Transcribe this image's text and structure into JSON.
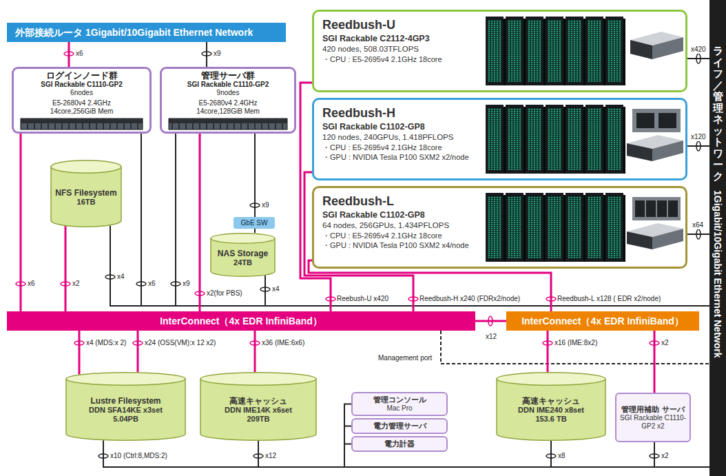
{
  "diagram": {
    "nodes": [
      {
        "text": [
          "外部接続ルータ 1Gigabit/10Gigabit Ethernet Network"
        ]
      },
      {
        "text": [
          "Reedbush-U",
          "SGI Rackable C2112-4GP3",
          "420 nodes, 508.03TFLOPS",
          "・CPU : E5-2695v4 2.1GHz 18core"
        ]
      },
      {
        "text": [
          "Reedbush-H",
          "SGI Rackable C1102-GP8",
          "120 nodes, 240GPUs, 1.418PFLOPS",
          "・CPU : E5-2695v4 2.1GHz 18core",
          "・GPU : NVIDIA Tesla P100 SXM2 x2/node"
        ]
      },
      {
        "text": [
          "Reedbush-L",
          "SGI Rackable C1102-GP8",
          "64 nodes, 256GPUs, 1.434PFLOPS",
          "・CPU : E5-2695v4 2.1GHz 18core",
          "・GPU : NVIDIA Tesla P100 SXM2 x4/node"
        ]
      },
      {
        "text": [
          "ログインノード群",
          "SGI Rackable C1110-GP2",
          "6nodes",
          "E5-2680v4 2.4GHz",
          "14core,256GiB Mem"
        ]
      },
      {
        "text": [
          "管理サーバ群",
          "SGI Rackable C1110-GP2",
          "9nodes",
          "E5-2680v4 2.4GHz",
          "14core,128GiB Mem"
        ]
      },
      {
        "text": [
          "NFS Filesystem",
          "16TB"
        ]
      },
      {
        "text": [
          "GbE SW"
        ]
      },
      {
        "text": [
          "NAS Storage",
          "24TB"
        ]
      },
      {
        "text": [
          "InterConnect（4x EDR InfiniBand）"
        ]
      },
      {
        "text": [
          "InterConnect（4x EDR InfiniBand）"
        ]
      },
      {
        "text": [
          "Lustre Filesystem",
          "DDN SFA14KE x3set",
          "5.04PB"
        ]
      },
      {
        "text": [
          "高速キャッシュ",
          "DDN IME14K x6set",
          "209TB"
        ]
      },
      {
        "text": [
          "管理コンソール",
          "Mac Pro"
        ]
      },
      {
        "text": [
          "電力管理サーバ"
        ]
      },
      {
        "text": [
          "電力計器"
        ]
      },
      {
        "text": [
          "高速キャッシュ",
          "DDN IME240 x8set",
          "153.6 TB"
        ]
      },
      {
        "text": [
          "管理用補助 サーバ",
          "SGI Rackable C1110-GP2 x2"
        ]
      },
      {
        "text": [
          "ライフ／管理ネットワーク",
          "1Gigabit/10Gigabit Ethernet Network"
        ]
      }
    ],
    "edges": [
      {
        "from": 0,
        "to": 4,
        "arrow": "none",
        "label": "x6"
      },
      {
        "from": 0,
        "to": 5,
        "arrow": "none",
        "label": "x9"
      },
      {
        "from": 4,
        "to": 9,
        "arrow": "none",
        "label": "x6"
      },
      {
        "from": 6,
        "to": 9,
        "arrow": "none",
        "label": "x2"
      },
      {
        "from": 6,
        "to": 18,
        "arrow": "none",
        "label": "x4"
      },
      {
        "from": 4,
        "to": 18,
        "arrow": "none",
        "label": "x6"
      },
      {
        "from": 5,
        "to": 18,
        "arrow": "none",
        "label": "x9"
      },
      {
        "from": 5,
        "to": 9,
        "arrow": "none",
        "label": "x2(for PBS)"
      },
      {
        "from": 5,
        "to": 7,
        "arrow": "none",
        "label": "x9"
      },
      {
        "from": 7,
        "to": 8,
        "arrow": "none"
      },
      {
        "from": 8,
        "to": 18,
        "arrow": "none",
        "label": "x4"
      },
      {
        "from": 1,
        "to": 9,
        "arrow": "none",
        "label": "Reebush-U x420"
      },
      {
        "from": 2,
        "to": 9,
        "arrow": "none",
        "label": "Reedbush-H x240 (FDRx2/node)"
      },
      {
        "from": 3,
        "to": 10,
        "arrow": "none",
        "label": "Reedbush-L x128 ( EDR x2/node)"
      },
      {
        "from": 1,
        "to": 18,
        "arrow": "none",
        "label": "x420"
      },
      {
        "from": 2,
        "to": 18,
        "arrow": "none",
        "label": "x120"
      },
      {
        "from": 3,
        "to": 18,
        "arrow": "none",
        "label": "x64"
      },
      {
        "from": 9,
        "to": 10,
        "arrow": "none",
        "label": "x12"
      },
      {
        "from": 9,
        "to": 18,
        "arrow": "none",
        "label": "Management port"
      },
      {
        "from": 11,
        "to": 9,
        "arrow": "none",
        "label": "x4 (MDS:x 2)"
      },
      {
        "from": 11,
        "to": 9,
        "arrow": "none",
        "label": "x24 (OSS(VM):x 12 x2)"
      },
      {
        "from": 12,
        "to": 9,
        "arrow": "none",
        "label": "x36 (IME:6x6)"
      },
      {
        "from": 16,
        "to": 10,
        "arrow": "none",
        "label": "x16 (IME:8x2)"
      },
      {
        "from": 17,
        "to": 10,
        "arrow": "none",
        "label": "x2"
      },
      {
        "from": 11,
        "to": 18,
        "arrow": "none",
        "label": "x10 (Ctrl:8,MDS:2)"
      },
      {
        "from": 12,
        "to": 18,
        "arrow": "none",
        "label": "x12"
      },
      {
        "from": 13,
        "to": 18,
        "arrow": "none"
      },
      {
        "from": 14,
        "to": 18,
        "arrow": "none"
      },
      {
        "from": 15,
        "to": 18,
        "arrow": "none"
      },
      {
        "from": 16,
        "to": 18,
        "arrow": "none",
        "label": "x8"
      },
      {
        "from": 17,
        "to": 18,
        "arrow": "none",
        "label": "x2"
      }
    ]
  }
}
